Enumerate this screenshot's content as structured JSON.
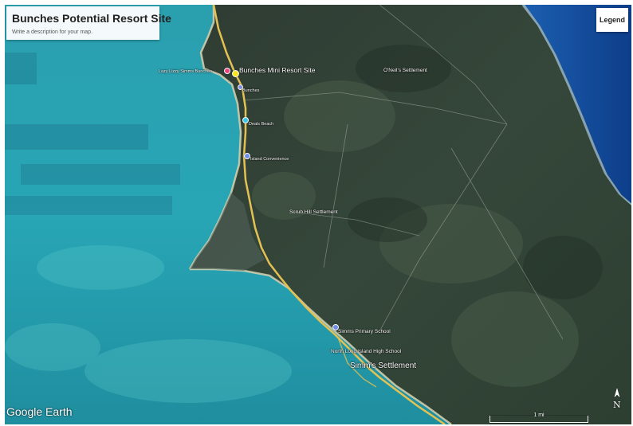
{
  "header": {
    "title": "Bunches Potential Resort Site",
    "description": "Write a description for your map."
  },
  "legend_label": "Legend",
  "places": {
    "resort_site": "Bunches Mini Resort Site",
    "oneils": "O'Neil's Settlement",
    "lazy_lizzy": "Lazy Lizzy Simms Bunches",
    "bunches": "Bunches",
    "deals_beach": "Deals Beach",
    "island_convenience": "Island Convenience",
    "scrub_hill": "Scrub Hill Settlement",
    "simms_primary": "Simms Primary School",
    "north_long_island_high": "North Long Island High School",
    "simms_settlement": "Simm's Settlement"
  },
  "pins": {
    "resort_site_color": "#f5e61e",
    "lazy_lizzy_color": "#e8457a",
    "bunches_color": "#7d8fd8",
    "deals_beach_color": "#39c6e8",
    "island_convenience_color": "#6f8ee6",
    "simms_primary_color": "#6f8ee6"
  },
  "brand": {
    "google": "Google",
    "earth": "Earth"
  },
  "scale": {
    "label": "1 mi"
  },
  "compass": {
    "letter": "N",
    "icon": "north-arrow-icon"
  }
}
